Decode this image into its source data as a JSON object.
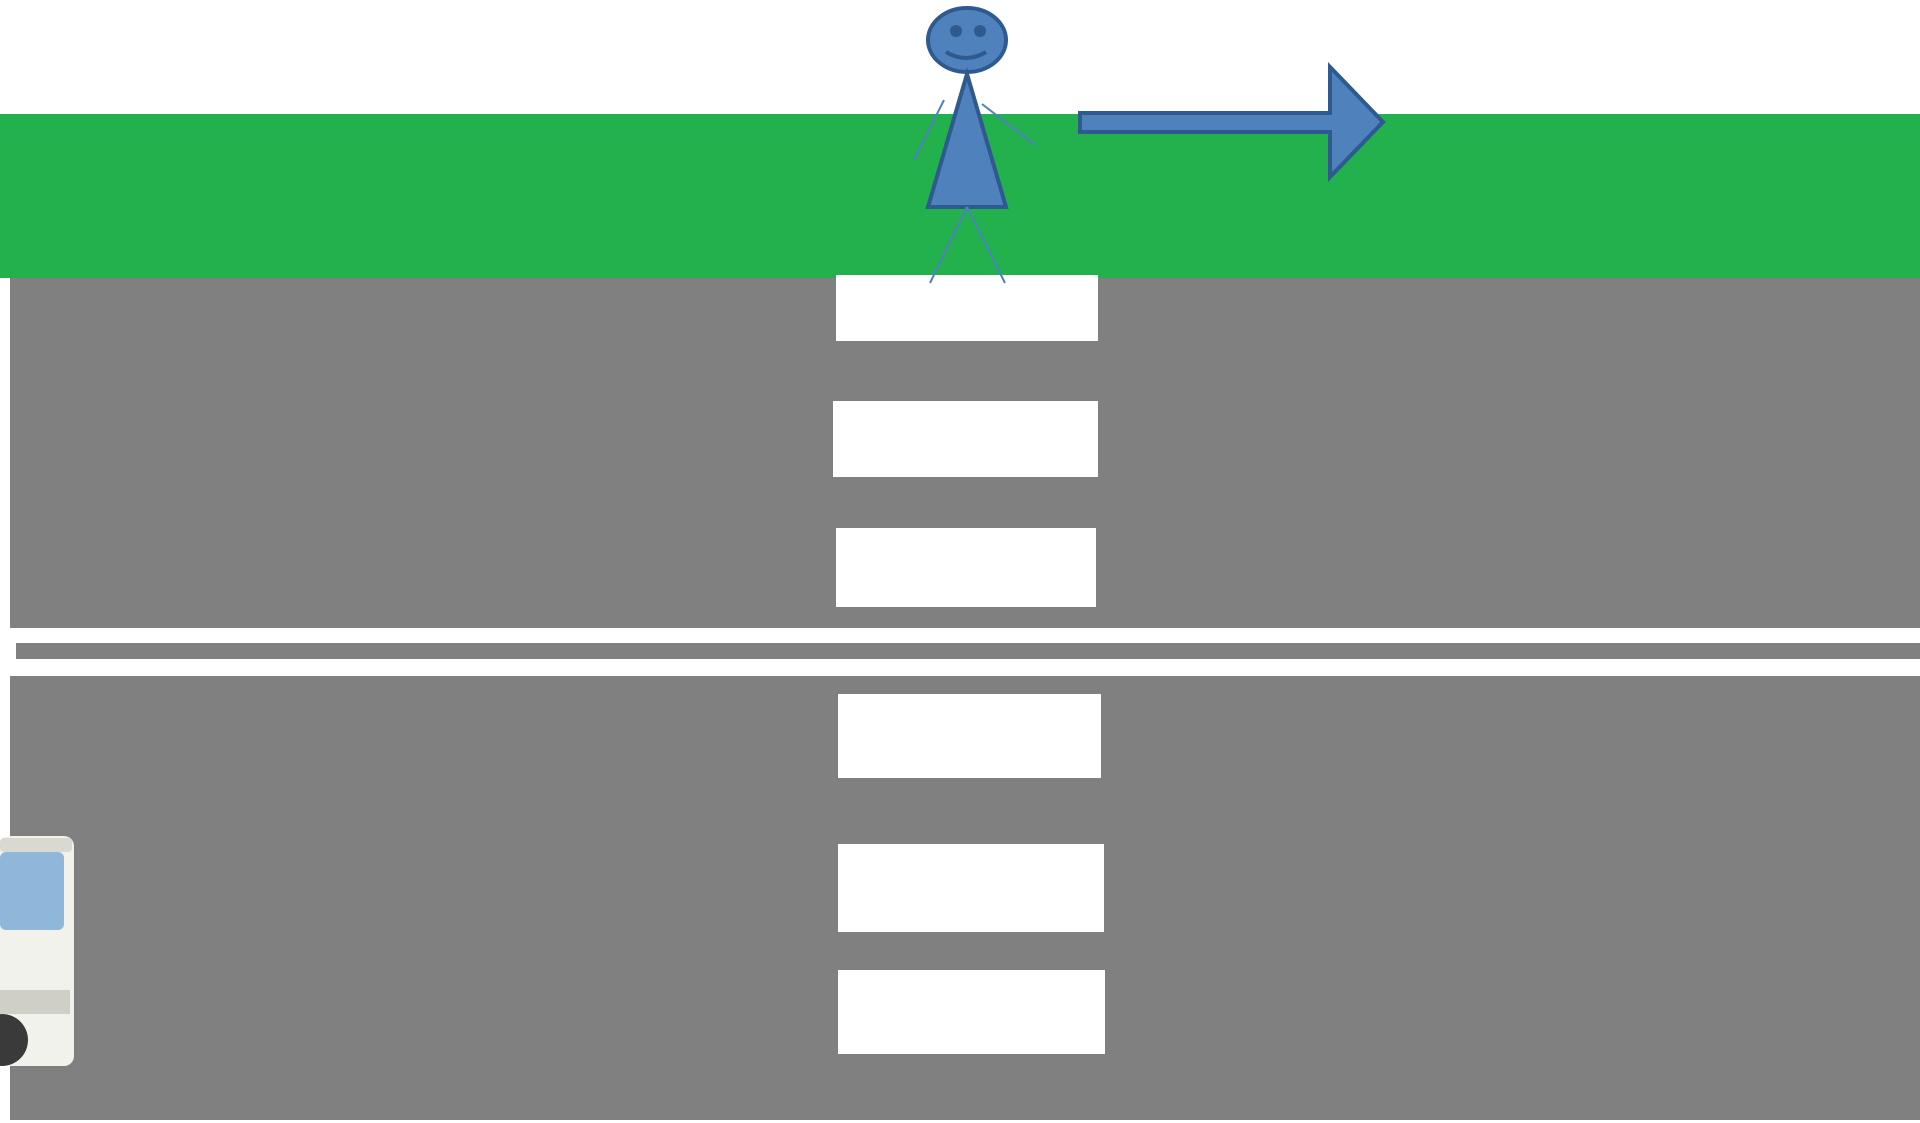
{
  "scene": {
    "colors": {
      "sidewalk": "#23b14d",
      "road": "#808080",
      "marking": "#ffffff",
      "figure_fill": "#4f81bd",
      "figure_stroke": "#2f5a8f",
      "arrow_fill": "#4f81bd",
      "truck_body": "#f2f2ec",
      "truck_window": "#8fb7d9"
    },
    "crosswalk_upper_stripes": 3,
    "crosswalk_lower_stripes": 3,
    "pedestrian": {
      "icon": "stick-figure-icon",
      "expression": "smiling"
    },
    "direction_arrow": {
      "icon": "arrow-right-icon",
      "direction": "right"
    },
    "vehicle": {
      "icon": "truck-icon",
      "visible_part": "front-right"
    }
  }
}
